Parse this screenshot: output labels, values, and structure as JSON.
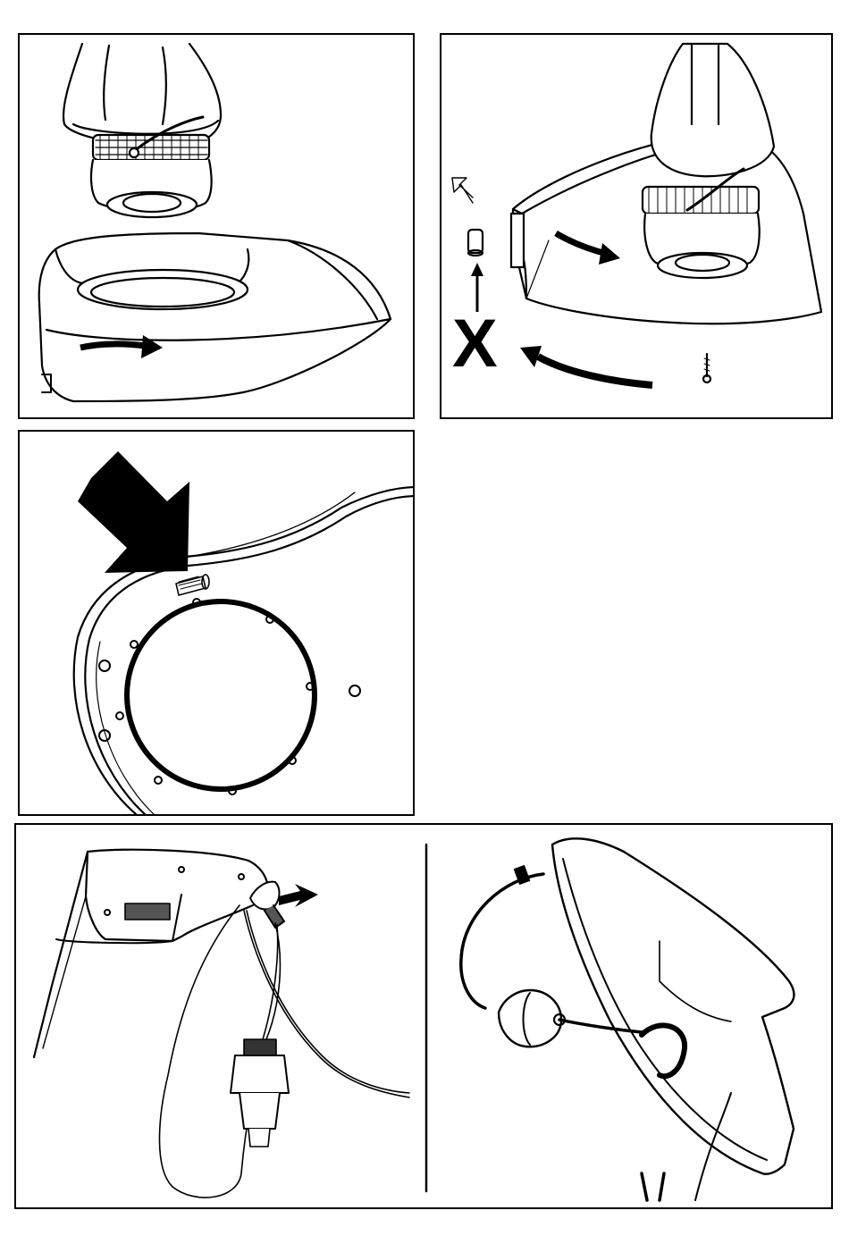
{
  "panels": [
    {
      "id": "p1",
      "icon": "trimmer-head-guard-icon"
    },
    {
      "id": "p2",
      "icon": "guard-attached-screw-icon",
      "mark": "X"
    },
    {
      "id": "p3",
      "icon": "guard-underside-detail-icon"
    },
    {
      "id": "p4",
      "icon": "handle-cable-hook-icon"
    }
  ],
  "colors": {
    "line": "#000000",
    "background": "#ffffff"
  }
}
